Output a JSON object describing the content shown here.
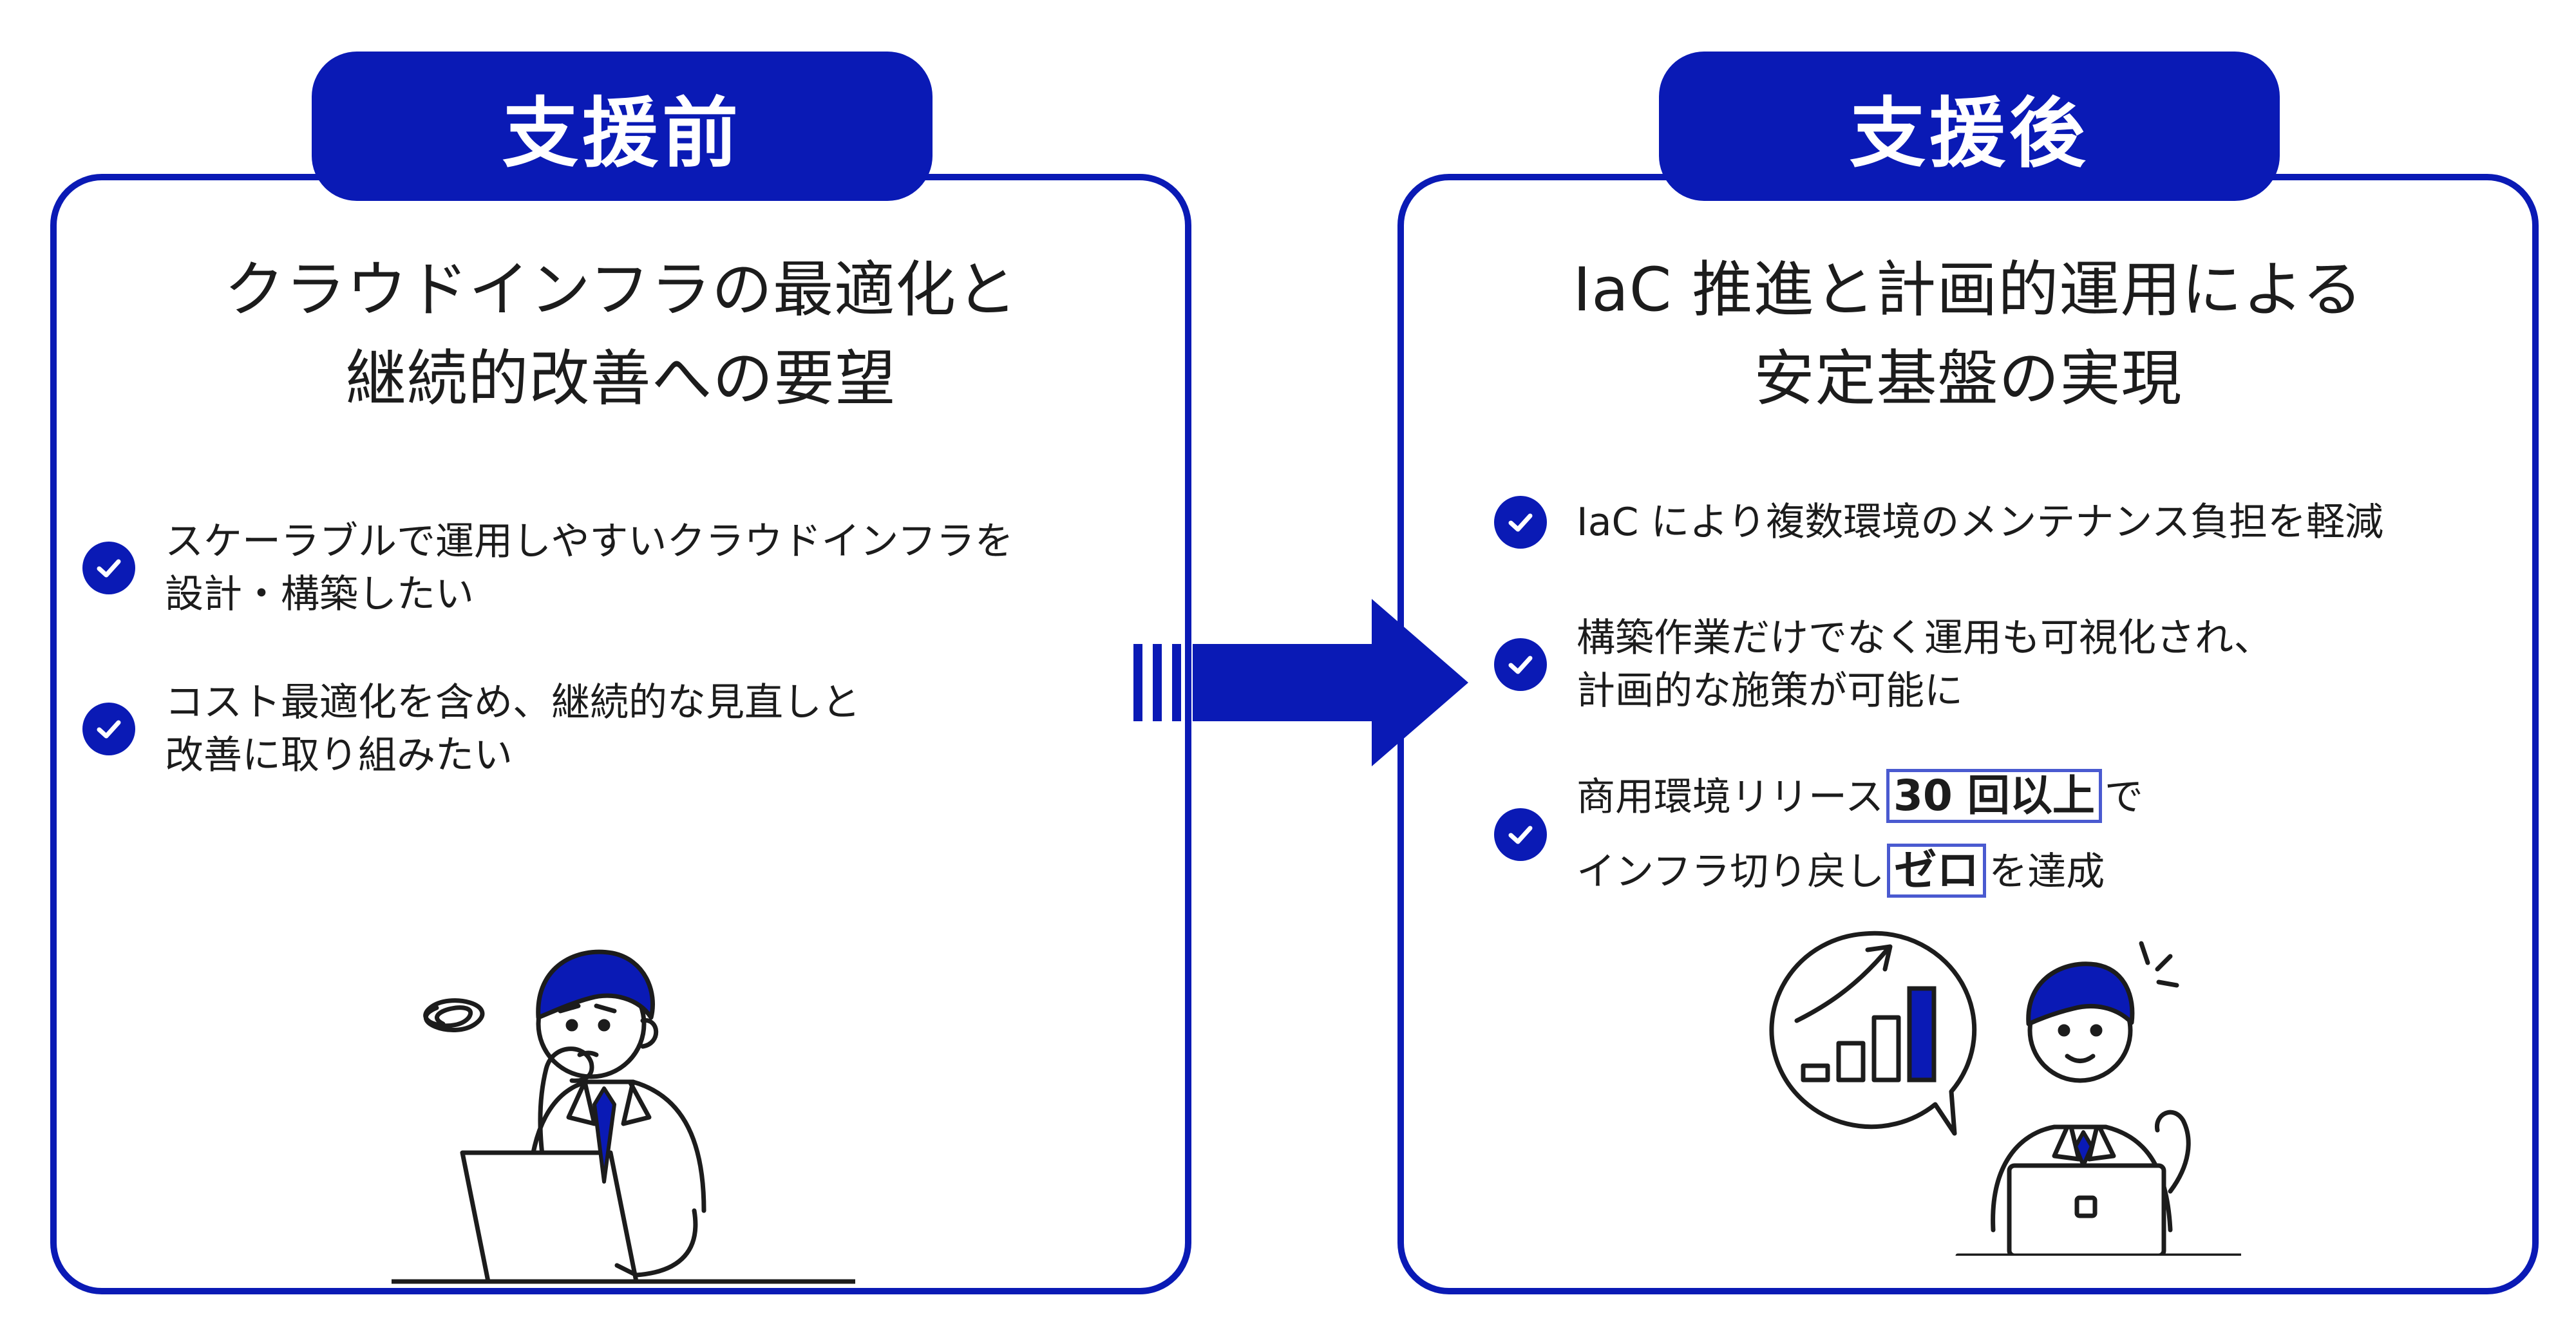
{
  "before": {
    "header": "支援前",
    "title_line1": "クラウドインフラの最適化と",
    "title_line2": "継続的改善への要望",
    "items": [
      {
        "line1": "スケーラブルで運用しやすいクラウドインフラを",
        "line2": "設計・構築したい"
      },
      {
        "line1": "コスト最適化を含め、継続的な見直しと",
        "line2": "改善に取り組みたい"
      }
    ]
  },
  "after": {
    "header": "支援後",
    "title_line1": "IaC 推進と計画的運用による",
    "title_line2": "安定基盤の実現",
    "items": [
      {
        "line1": "IaC により複数環境のメンテナンス負担を軽減"
      },
      {
        "line1": "構築作業だけでなく運用も可視化され、",
        "line2": "計画的な施策が可能に"
      },
      {
        "line1_pre": "商用環境リリース",
        "line1_hl": "30 回以上",
        "line1_post": "で",
        "line2_pre": "インフラ切り戻し",
        "line2_hl": "ゼロ",
        "line2_post": "を達成"
      }
    ]
  },
  "colors": {
    "accent": "#0a1ab5",
    "text": "#1c1c1c",
    "highlight_border": "#4a5ad0"
  },
  "icons": [
    "check-circle-icon",
    "arrow-right-icon",
    "worried-man-laptop-illustration",
    "happy-man-chart-illustration"
  ]
}
